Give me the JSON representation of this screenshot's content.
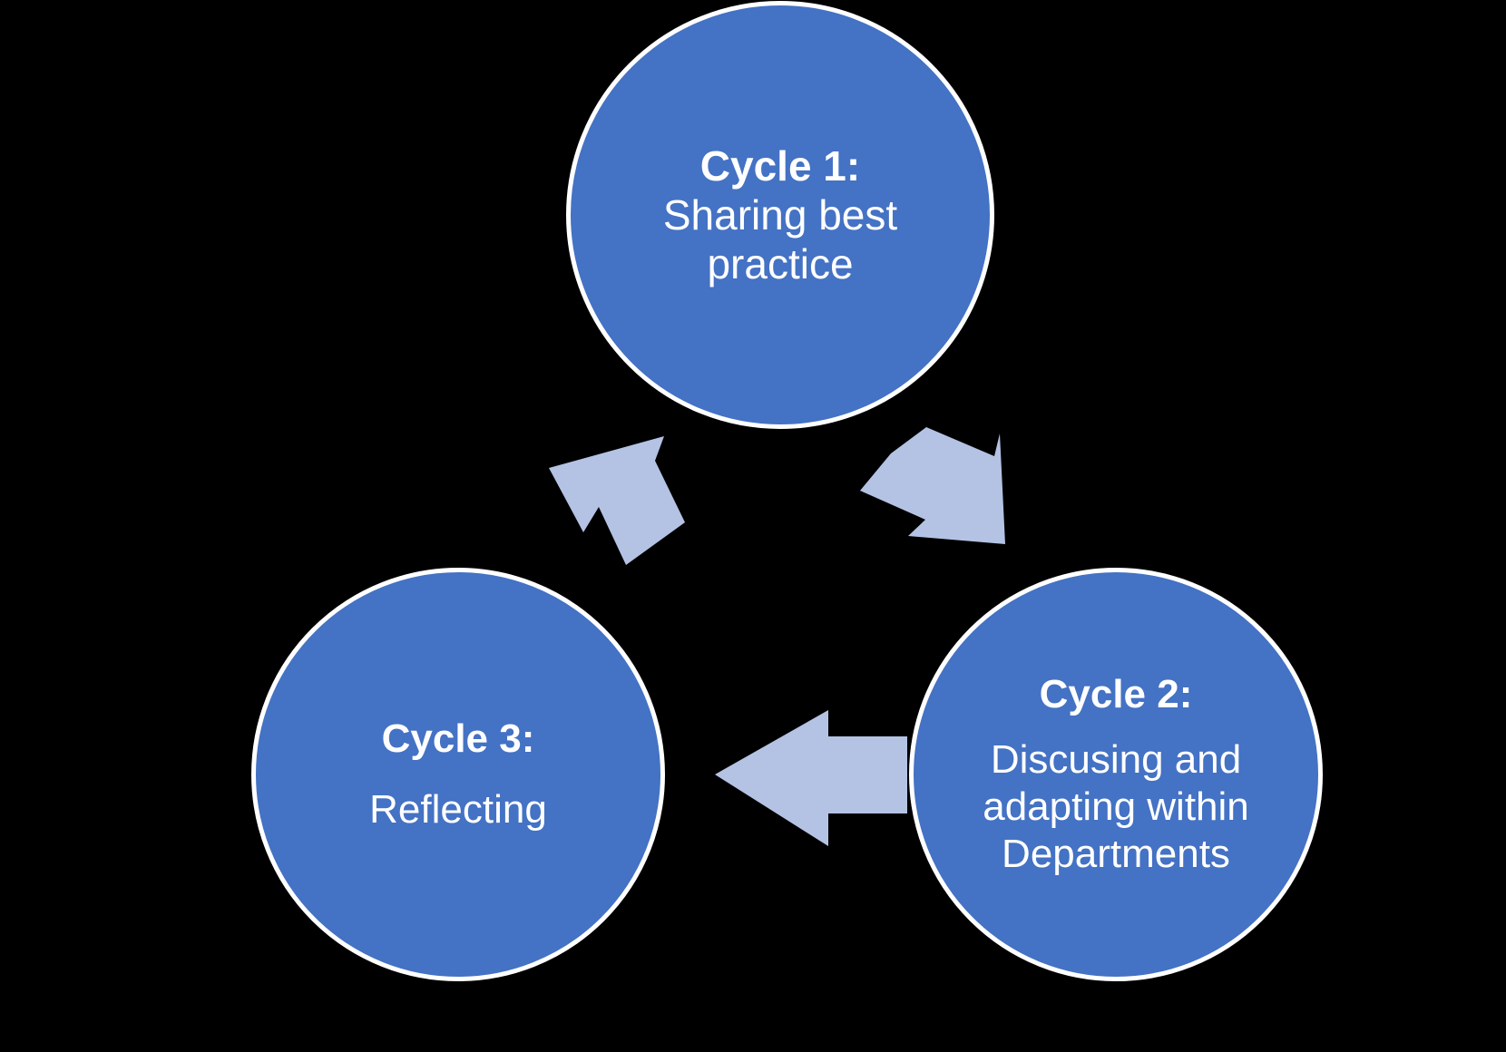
{
  "diagram": {
    "type": "cyclic-process",
    "background_color": "#000000",
    "node_fill_color": "#4472C4",
    "node_border_color": "#FFFFFF",
    "node_text_color": "#FFFFFF",
    "arrow_color": "#B4C3E4",
    "nodes": [
      {
        "id": "cycle-1",
        "title": "Cycle 1:",
        "body": "Sharing best practice",
        "position": "top-center"
      },
      {
        "id": "cycle-2",
        "title": "Cycle 2:",
        "body": "Discusing and adapting within Departments",
        "position": "bottom-right"
      },
      {
        "id": "cycle-3",
        "title": "Cycle 3:",
        "body": "Reflecting",
        "position": "bottom-left"
      }
    ],
    "arrows": [
      {
        "id": "arrow-1-to-2",
        "from": "cycle-1",
        "to": "cycle-2",
        "direction": "down-right"
      },
      {
        "id": "arrow-2-to-3",
        "from": "cycle-2",
        "to": "cycle-3",
        "direction": "left"
      },
      {
        "id": "arrow-3-to-1",
        "from": "cycle-3",
        "to": "cycle-1",
        "direction": "up-left"
      }
    ]
  }
}
